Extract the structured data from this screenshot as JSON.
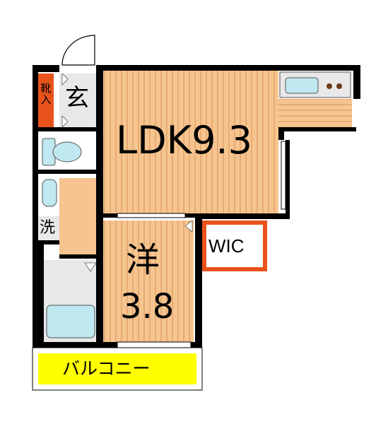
{
  "rooms": {
    "ldk": "LDK9.3",
    "western_kanji": "洋",
    "western_size": "3.8",
    "entrance": "玄",
    "shoe_storage": "靴入",
    "washroom": "洗",
    "wic": "WIC",
    "balcony": "バルコニー"
  },
  "colors": {
    "wall": "#000000",
    "floor_wood": "#f6c58f",
    "floor_line": "#d9915a",
    "wet_area": "#e8e8e8",
    "fixture": "#bfe8f0",
    "balcony": "#ffff00",
    "accent": "#e8531b"
  }
}
